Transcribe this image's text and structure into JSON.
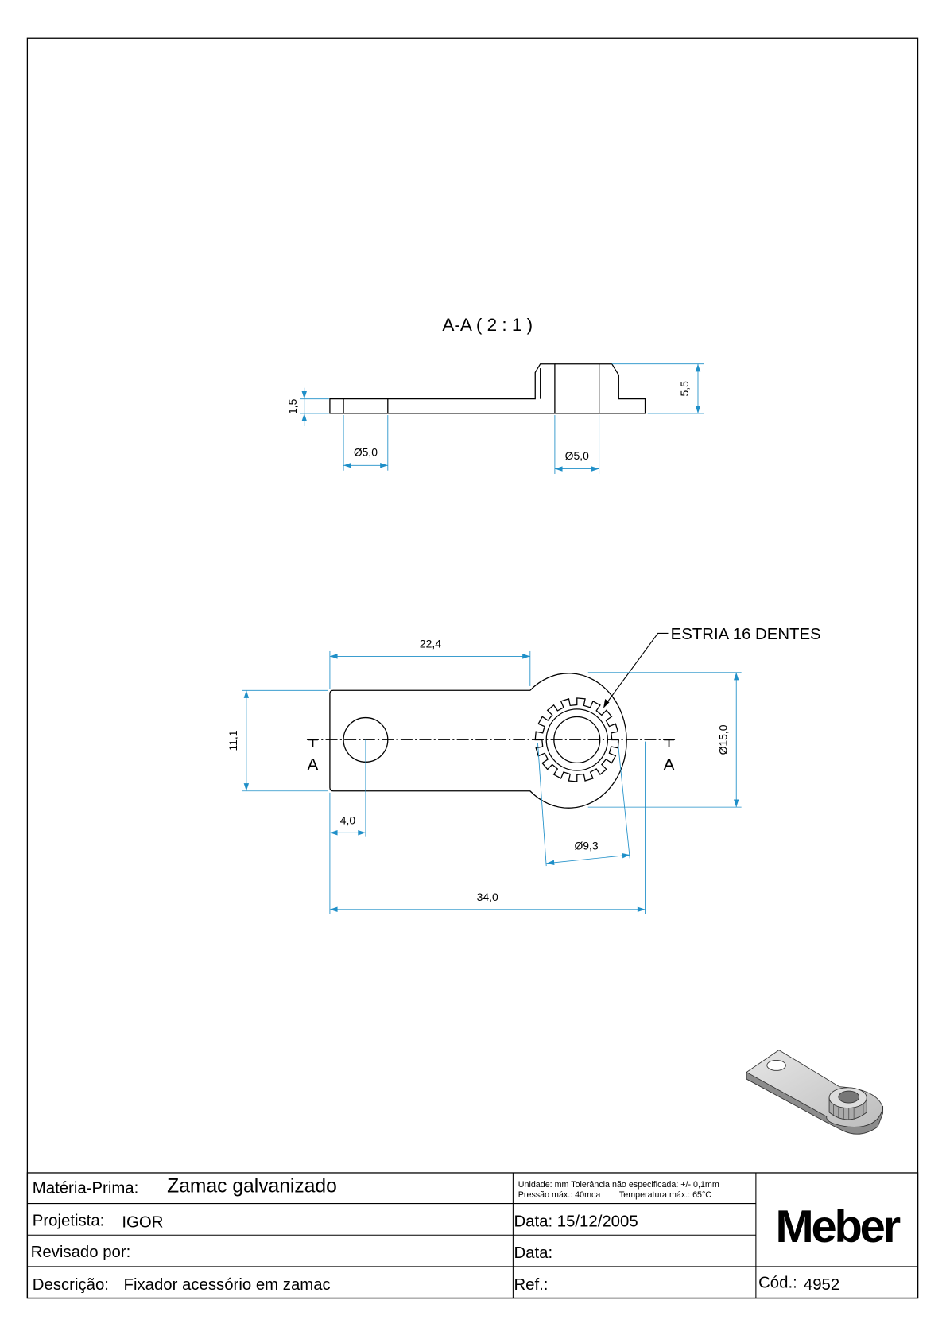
{
  "section_view": {
    "title": "A-A ( 2 : 1 )",
    "dim_thickness": "1,5",
    "dim_height": "5,5",
    "dim_hole_left": "Ø5,0",
    "dim_hole_right": "Ø5,0"
  },
  "plan_view": {
    "note": "ESTRIA 16 DENTES",
    "dim_22": "22,4",
    "dim_width": "11,1",
    "dim_hole_offset": "4,0",
    "dim_spline": "Ø9,3",
    "dim_length": "34,0",
    "dim_diameter": "Ø15,0",
    "section_mark_left": "A",
    "section_mark_right": "A",
    "spline_teeth": 16
  },
  "title_block": {
    "materia_label": "Matéria-Prima:",
    "materia_value": "Zamac galvanizado",
    "notes_line1": "Unidade: mm Tolerância não especificada: +/- 0,1mm",
    "notes_line2": "Pressão máx.: 40mca        Temperatura máx.: 65°C",
    "projetista_label": "Projetista:",
    "projetista_value": "IGOR",
    "data1": "Data: 15/12/2005",
    "revisado_label": "Revisado por:",
    "data2": "Data:",
    "descricao_label": "Descrição:",
    "descricao_value": "Fixador acessório em zamac",
    "ref_label": "Ref.:",
    "cod_label": "Cód.:",
    "cod_value": "4952",
    "logo": "Meber"
  },
  "colors": {
    "dimension": "#1f8fc8",
    "hatch": "#6aa85a"
  }
}
